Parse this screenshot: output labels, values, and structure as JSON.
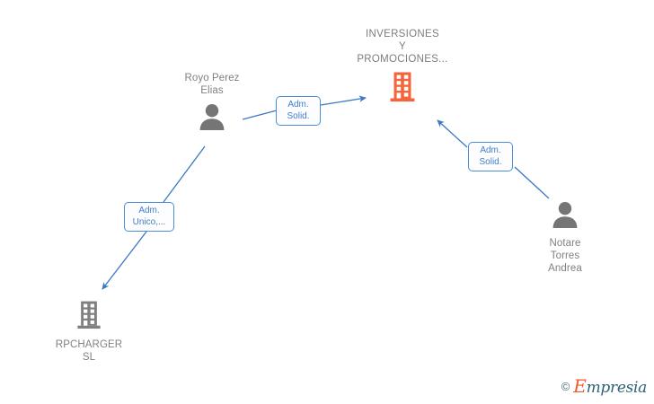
{
  "diagram": {
    "type": "corporate-relationship-graph",
    "background_color": "#ffffff",
    "edge_color": "#3b77c4",
    "company_icon_color": "#f4653a",
    "person_icon_color": "#757575",
    "chip_border_color": "#4a8fd4",
    "chip_text_color": "#3f7fc8",
    "label_text_color": "#808080"
  },
  "nodes": {
    "company_main": {
      "label": "INVERSIONES\nY\nPROMOCIONES...",
      "icon": "building-icon",
      "icon_color": "#f4653a",
      "role": "subject-company"
    },
    "person_left": {
      "label": "Royo Perez\nElias",
      "icon": "person-icon",
      "icon_color": "#757575",
      "role": "administrator"
    },
    "company_bottom_left": {
      "label": "RPCHARGER\nSL",
      "icon": "building-icon",
      "icon_color": "#808080",
      "role": "related-company"
    },
    "person_right": {
      "label": "Notare\nTorres\nAndrea",
      "icon": "person-icon",
      "icon_color": "#757575",
      "role": "notary"
    }
  },
  "edges": [
    {
      "id": "edge-royo-to-company",
      "from": "person_left",
      "to": "company_main",
      "chip_label": "Adm.\nSolid.",
      "direction": "right"
    },
    {
      "id": "edge-royo-to-rpcharger",
      "from": "person_left",
      "to": "company_bottom_left",
      "chip_label": "Adm.\nUnico,...",
      "direction": "down-left"
    },
    {
      "id": "edge-notare-to-company",
      "from": "person_right",
      "to": "company_main",
      "chip_label": "Adm.\nSolid.",
      "direction": "up-left"
    }
  ],
  "watermark": {
    "copyright_symbol": "©",
    "brand_initial": "E",
    "brand_rest": "mpresia"
  }
}
